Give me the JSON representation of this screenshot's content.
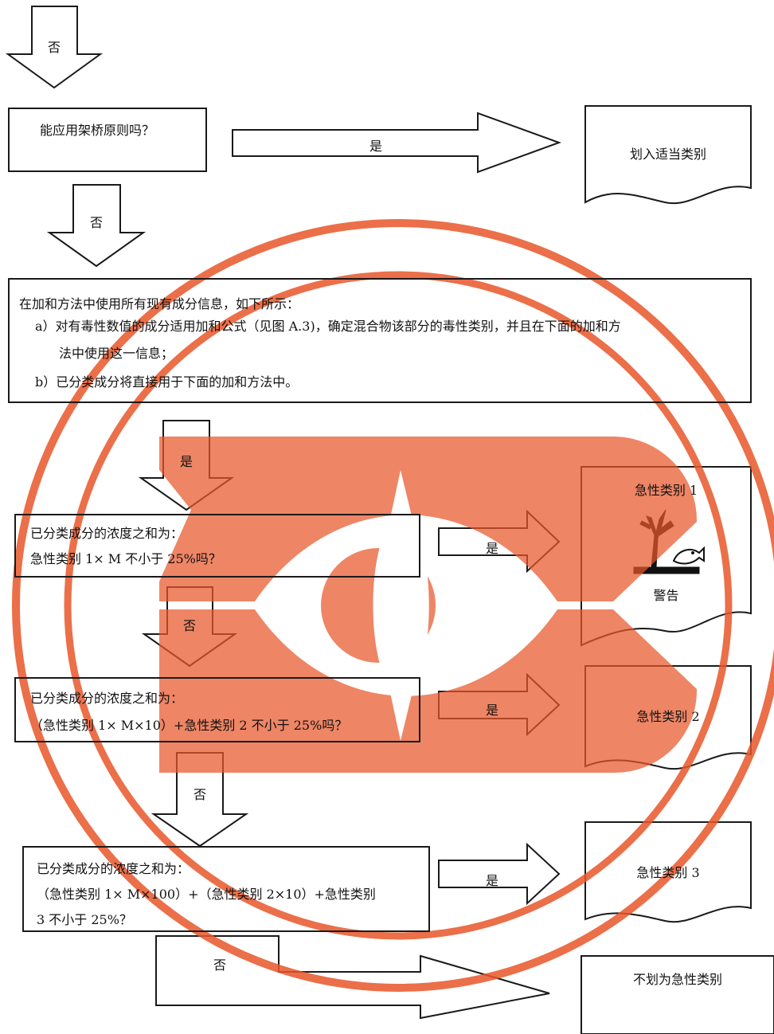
{
  "colors": {
    "stamp": "#e8572a",
    "line": "#1a1a1a",
    "background": "#ffffff"
  },
  "icons": {
    "hazard": "dead-tree-and-fish-environment-icon",
    "stamp": "eye-stamp-watermark"
  },
  "arrows": {
    "no": "否",
    "yes": "是"
  },
  "steps": {
    "bridging": "能应用架桥原则吗？",
    "bridging_outcome": "划入适当类别",
    "additivity_intro": "在加和方法中使用所有现有成分信息，如下所示：",
    "additivity_a_line1": "a）对有毒性数值的成分适用加和公式（见图 A.3)，确定混合物该部分的毒性类别，并且在下面的加和方",
    "additivity_a_line2": "法中使用这一信息；",
    "additivity_b": "b）已分类成分将直接用于下面的加和方法中。",
    "q1_line1": "已分类成分的浓度之和为：",
    "q1_line2": "急性类别 1× M 不小于 25%吗？",
    "q2_line1": "已分类成分的浓度之和为：",
    "q2_line2": "（急性类别 1× M×10）+急性类别 2 不小于 25%吗？",
    "q3_line1": "已分类成分的浓度之和为：",
    "q3_line2": "（急性类别 1× M×100）+（急性类别 2×10）+急性类别",
    "q3_line3": "3 不小于 25%？"
  },
  "outcomes": {
    "cat1": "急性类别 1",
    "cat1_signal": "警告",
    "cat2": "急性类别 2",
    "cat3": "急性类别 3",
    "none": "不划为急性类别"
  }
}
